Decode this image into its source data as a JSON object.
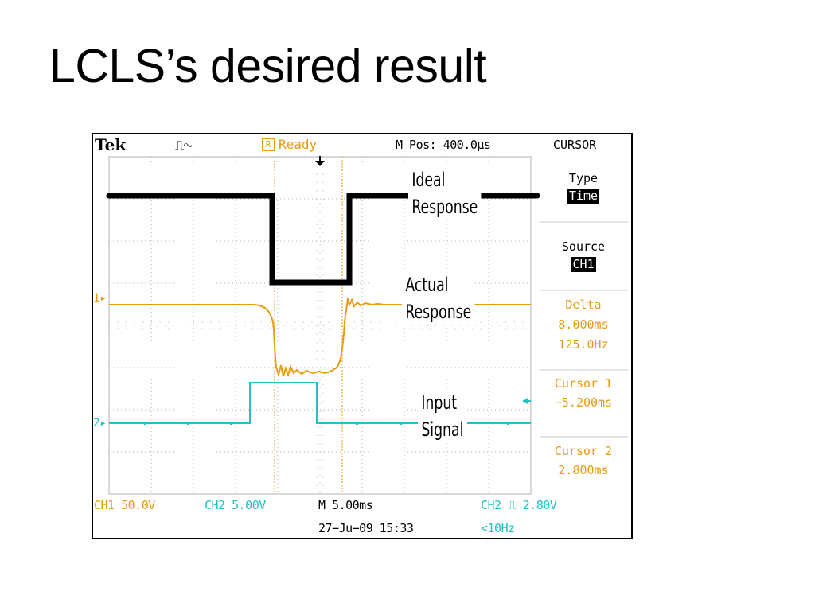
{
  "slide": {
    "title": "LCLS’s desired result"
  },
  "scope": {
    "brand": "Tek",
    "trigger_glyph": "⎍∿",
    "status_mark": "R",
    "status": "Ready",
    "horizontal_position": "M Pos: 400.0μs",
    "menu_title": "CURSOR",
    "menu": {
      "type_label": "Type",
      "type_value": "Time",
      "source_label": "Source",
      "source_value": "CH1",
      "delta_label": "Delta",
      "delta_time": "8.000ms",
      "delta_freq": "125.0Hz",
      "cursor1_label": "Cursor 1",
      "cursor1_value": "−5.200ms",
      "cursor2_label": "Cursor 2",
      "cursor2_value": "2.800ms"
    },
    "footer": {
      "ch1": "CH1  50.0V",
      "ch2": "CH2  5.00V",
      "timebase": "M 5.00ms",
      "trigger": "CH2 ⎍ 2.80V",
      "date": "27−Ju−09 15:33",
      "freq": "<10Hz"
    },
    "markers": {
      "ch1": "1▸",
      "ch2": "2▸"
    }
  },
  "annotations": {
    "ideal_line1": "Ideal",
    "ideal_line2": "Response",
    "actual_line1": "Actual",
    "actual_line2": "Response",
    "input_line1": "Input",
    "input_line2": "Signal"
  },
  "colors": {
    "ch1": "#e89a12",
    "ch2": "#22c1c6",
    "ideal": "#000000",
    "grid": "#b0b0b0"
  }
}
